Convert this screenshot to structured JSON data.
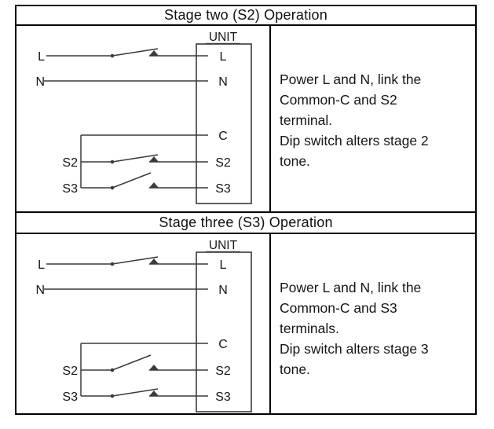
{
  "colors": {
    "background": "#ffffff",
    "table_border": "#000000",
    "wire": "#3a3a3a",
    "text": "#161616"
  },
  "sections": [
    {
      "title": "Stage two (S2) Operation",
      "diagram": {
        "unit_label": "UNIT",
        "unit_terminals": [
          "L",
          "N",
          "C",
          "S2",
          "S3"
        ],
        "left_labels": [
          "L",
          "N",
          "S2",
          "S3"
        ],
        "switches": {
          "L": "closed",
          "S2": "closed",
          "S3": "open"
        }
      },
      "description_lines": [
        "Power L and N, link the",
        "Common-C and S2",
        "terminal.",
        "Dip switch alters stage 2",
        "tone."
      ]
    },
    {
      "title": "Stage three (S3) Operation",
      "diagram": {
        "unit_label": "UNIT",
        "unit_terminals": [
          "L",
          "N",
          "C",
          "S2",
          "S3"
        ],
        "left_labels": [
          "L",
          "N",
          "S2",
          "S3"
        ],
        "switches": {
          "L": "closed",
          "S2": "open",
          "S3": "closed"
        }
      },
      "description_lines": [
        "Power L and N, link the",
        "Common-C and S3",
        "terminals.",
        "Dip switch alters stage 3",
        "tone."
      ]
    }
  ]
}
